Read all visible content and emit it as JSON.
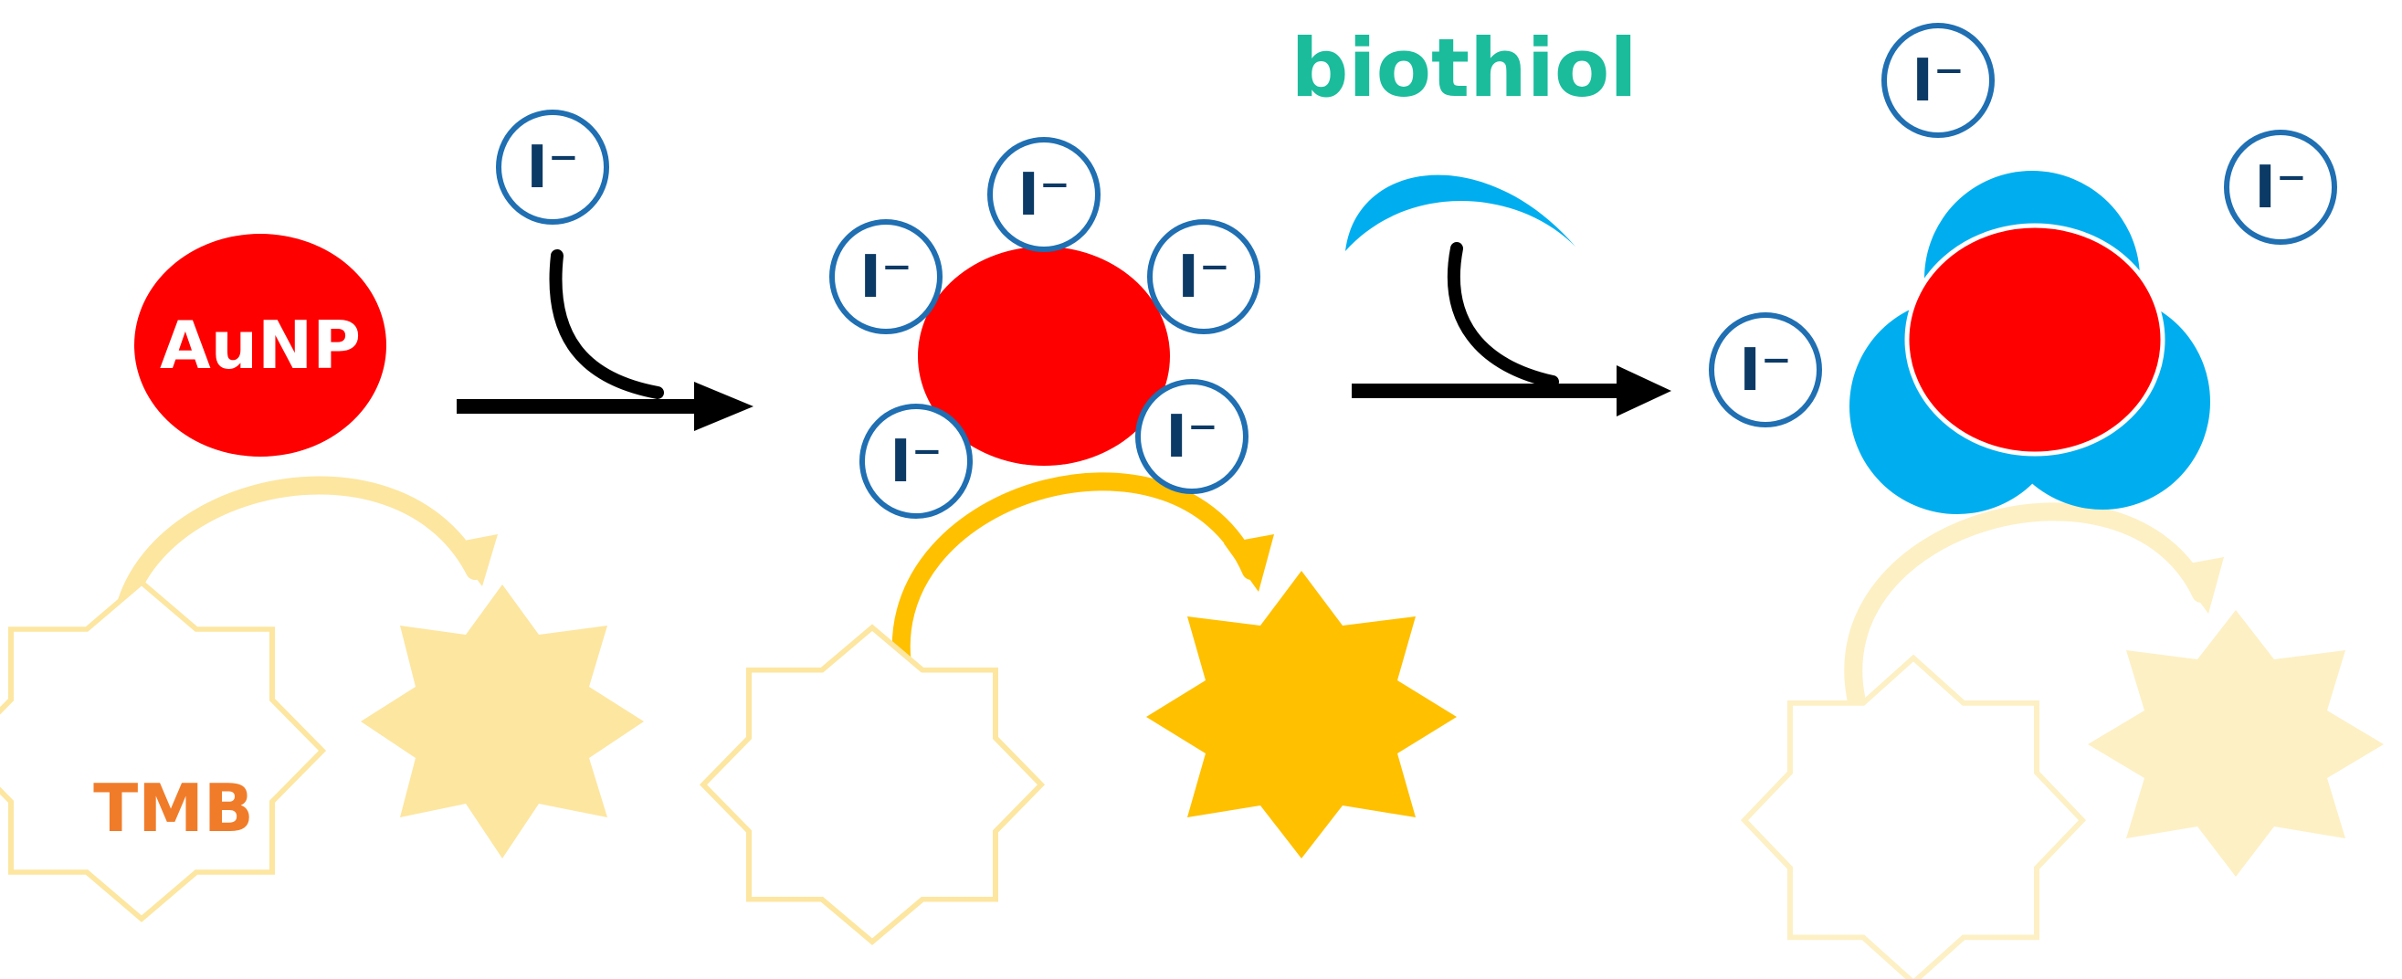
{
  "labels": {
    "aunp": "AuNP",
    "tmb": "TMB",
    "biothiol": "biothiol",
    "iodide": "I⁻"
  },
  "colors": {
    "aunp_red": "#ff0000",
    "ion_blue": "#1f6fb2",
    "ion_text": "#0b3a66",
    "biothiol_blue": "#00aeef",
    "biothiol_text": "#1abc9c",
    "tmb_orange": "#f07c2a",
    "star_gold": "#ffc000",
    "star_pale": "#fde6a0",
    "arrow_black": "#000000"
  }
}
